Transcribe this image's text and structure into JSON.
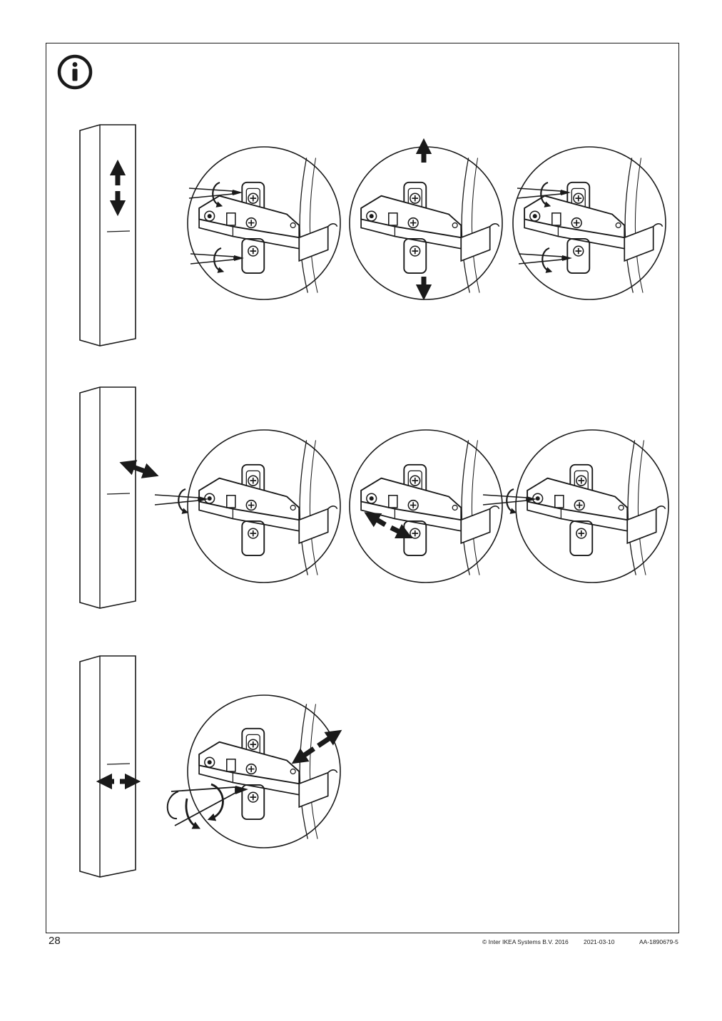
{
  "page": {
    "number": "28",
    "copyright": "© Inter IKEA Systems B.V. 2016",
    "date": "2021-03-10",
    "article_code": "AA-1890679-5"
  },
  "icons": {
    "info": "info-circle-icon",
    "cabinet": "tall-cabinet-icon",
    "hinge_detail": "hinge-zoom-detail",
    "screwdriver": "screwdriver-icon",
    "arrow": "direction-arrow-icon"
  },
  "colors": {
    "line": "#1a1a1a",
    "background": "#ffffff"
  }
}
